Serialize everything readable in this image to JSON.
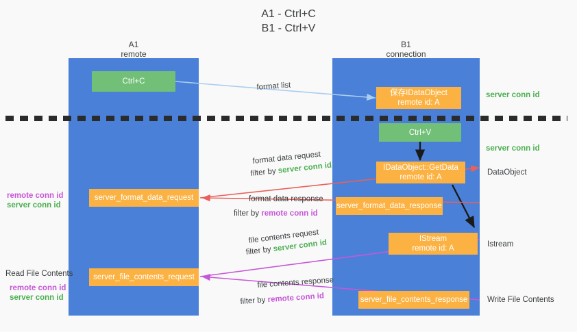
{
  "title": {
    "line1": "A1 - Ctrl+C",
    "line2": "B1 - Ctrl+V"
  },
  "colors": {
    "column": "#4a80d8",
    "orange": "#fcb242",
    "green": "#72bf78",
    "server_conn_id": "#4caf50",
    "remote_conn_id": "#c757d8",
    "arrow_blue": "#aacdf0",
    "arrow_red": "#e8615a",
    "arrow_purple": "#c757d8",
    "arrow_black": "#1a1a1a",
    "background": "#f9f9f9"
  },
  "columns": [
    {
      "name": "A1",
      "sub": "remote"
    },
    {
      "name": "B1",
      "sub": "connection"
    }
  ],
  "boxes": {
    "ctrl_c": {
      "label": "Ctrl+C",
      "kind": "green"
    },
    "idataobject_top": {
      "line1": "保存IDataObject",
      "line2": "remote id: A",
      "kind": "orange"
    },
    "ctrl_v": {
      "label": "Ctrl+V",
      "kind": "green"
    },
    "getdata": {
      "line1": "IDataObject::GetData",
      "line2": "remote id: A",
      "kind": "orange"
    },
    "server_format_data_request": {
      "label": "server_format_data_request",
      "kind": "orange"
    },
    "server_format_data_response": {
      "label": "server_format_data_response",
      "kind": "orange"
    },
    "istream": {
      "line1": "IStream",
      "line2": "remote id: A",
      "kind": "orange"
    },
    "server_file_contents_request": {
      "label": "server_file_contents_request",
      "kind": "orange"
    },
    "server_file_contents_response": {
      "label": "server_file_contents_response",
      "kind": "orange"
    }
  },
  "arrow_labels": {
    "format_list": "format list",
    "format_data_request": "format data request",
    "format_data_request_filter_prefix": "filter by ",
    "format_data_request_filter_value": "server conn id",
    "format_data_response": "format data response",
    "format_data_response_filter_prefix": "filter by ",
    "format_data_response_filter_value": "remote conn id",
    "file_contents_request": "file contents request",
    "file_contents_request_filter_prefix": "filter by ",
    "file_contents_request_filter_value": "server conn id",
    "file_contents_response": "file contents response",
    "file_contents_response_filter_prefix": "filter by ",
    "file_contents_response_filter_value": "remote conn id"
  },
  "side_labels": {
    "right_server_conn_id_1": "server conn id",
    "right_server_conn_id_2": "server conn id",
    "right_dataobject": "DataObject",
    "right_istream": "Istream",
    "right_write_file_contents": "Write File Contents",
    "left_remote_conn_id_1": "remote conn id",
    "left_server_conn_id_1": "server conn id",
    "left_read_file_contents": "Read File Contents",
    "left_remote_conn_id_2": "remote conn id",
    "left_server_conn_id_2": "server conn id"
  }
}
